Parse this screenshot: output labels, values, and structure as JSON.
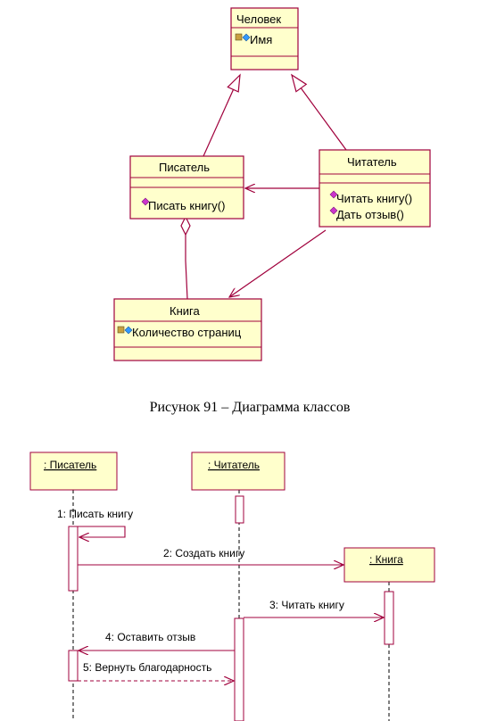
{
  "class_diagram": {
    "classes": {
      "person": {
        "name": "Человек",
        "attributes": [
          "Имя"
        ],
        "operations": []
      },
      "writer": {
        "name": "Писатель",
        "attributes": [],
        "operations": [
          "Писать книгу()"
        ]
      },
      "reader": {
        "name": "Читатель",
        "attributes": [],
        "operations": [
          "Читать книгу()",
          "Дать отзыв()"
        ]
      },
      "book": {
        "name": "Книга",
        "attributes": [
          "Количество страниц"
        ],
        "operations": []
      }
    },
    "relations": [
      {
        "type": "generalization",
        "from": "Писатель",
        "to": "Человек"
      },
      {
        "type": "generalization",
        "from": "Читатель",
        "to": "Человек"
      },
      {
        "type": "association",
        "from": "Читатель",
        "to": "Писатель"
      },
      {
        "type": "association",
        "from": "Читатель",
        "to": "Книга"
      },
      {
        "type": "aggregation",
        "from": "Книга",
        "to": "Писатель"
      }
    ],
    "colors": {
      "box_fill": "#ffffcc",
      "line": "#a0003c",
      "attr_icon": "#3399ff",
      "op_icon": "#cc33cc"
    }
  },
  "caption": "Рисунок 91 – Диаграмма классов",
  "sequence_diagram": {
    "objects": [
      ": Писатель",
      ": Читатель",
      ": Книга"
    ],
    "messages": [
      "1: Писать книгу",
      "2: Создать книгу",
      "3: Читать книгу",
      "4: Оставить отзыв",
      "5: Вернуть благодарность"
    ]
  }
}
